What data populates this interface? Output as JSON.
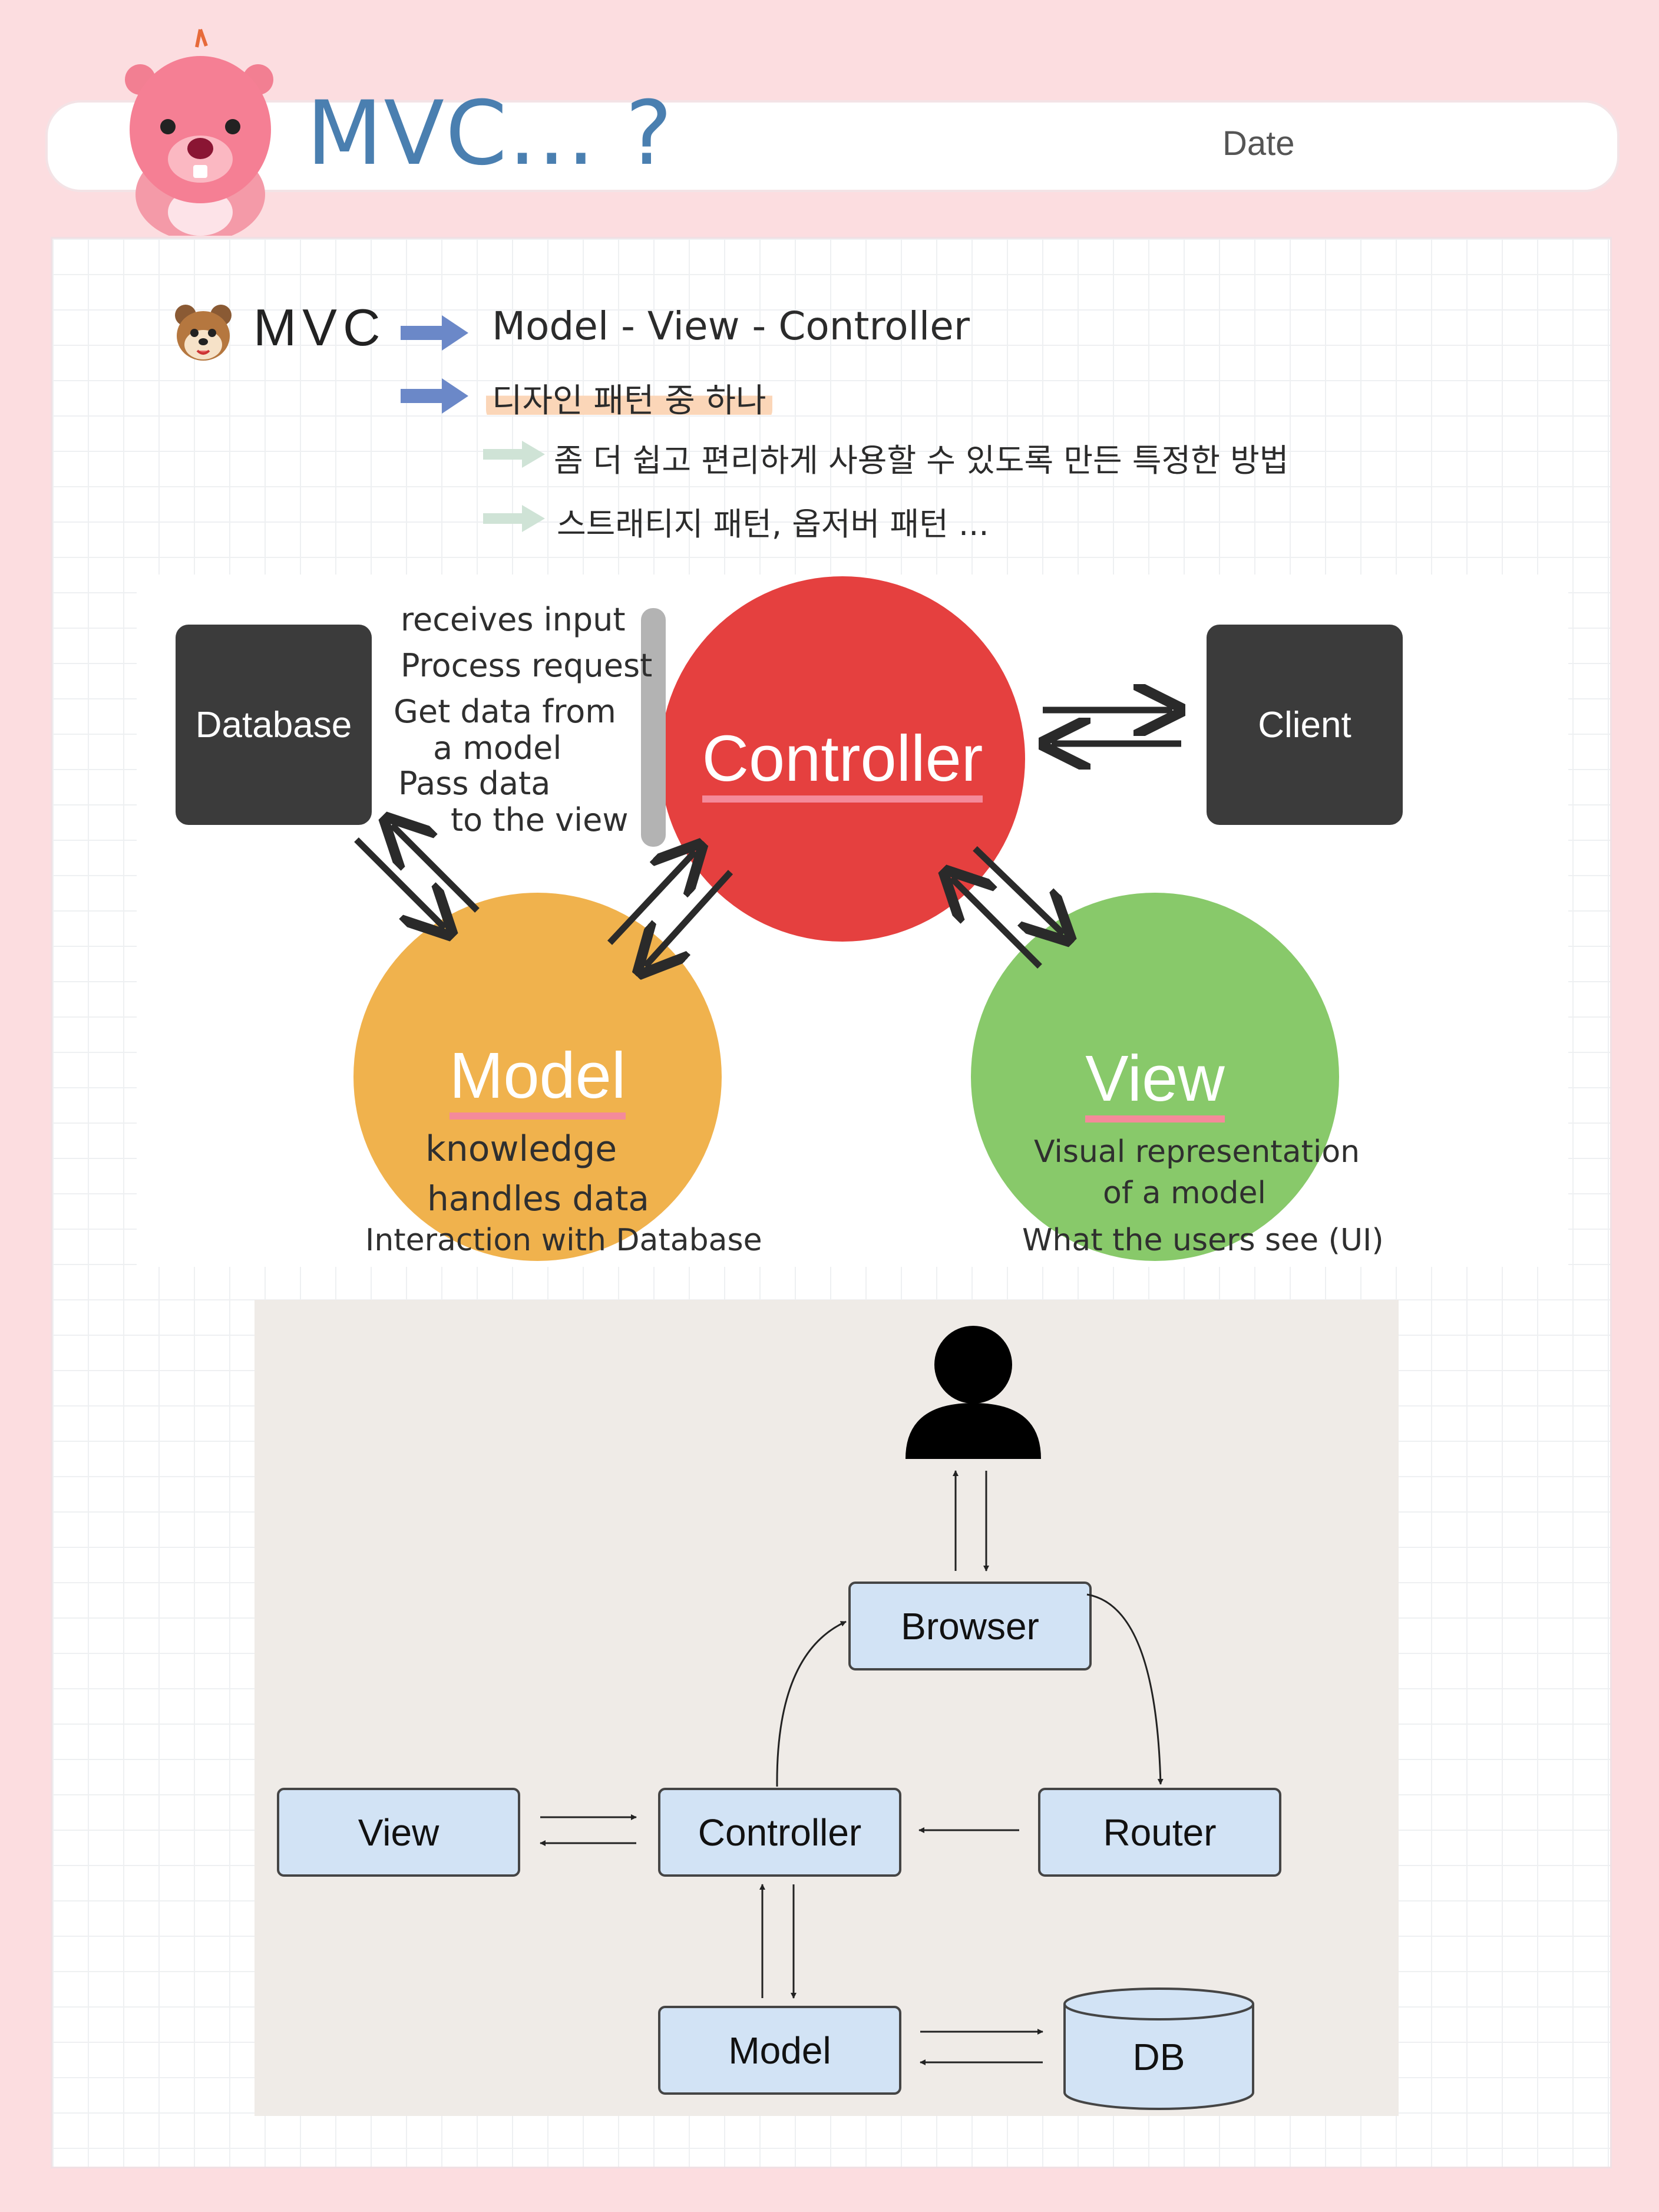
{
  "header": {
    "title": "MVC... ?",
    "date_label": "Date"
  },
  "notes": {
    "mvc_label": "MVC",
    "expansion": "Model - View - Controller",
    "design_pattern": "디자인 패턴 중 하나",
    "description": "좀 더 쉽고 편리하게 사용할 수 있도록 만든 특정한 방법",
    "examples": "스트래티지 패턴, 옵저버 패턴 ..."
  },
  "diagram1": {
    "database": "Database",
    "client": "Client",
    "controller": "Controller",
    "model": "Model",
    "view": "View",
    "controller_notes": [
      "receives input",
      "Process request",
      "Get data from",
      "a model",
      "Pass data",
      "to the view"
    ],
    "model_notes": [
      "knowledge",
      "handles data",
      "Interaction with Database"
    ],
    "view_notes": [
      "Visual representation",
      "of a model",
      "What the users see (UI)"
    ],
    "colors": {
      "controller": "#e5403f",
      "model": "#f0b24d",
      "view": "#88c96a",
      "box": "#3b3b3b",
      "underline": "#f48a9a"
    }
  },
  "diagram2": {
    "browser": "Browser",
    "view": "View",
    "controller": "Controller",
    "router": "Router",
    "model": "Model",
    "db": "DB",
    "colors": {
      "box_fill": "#d2e3f5",
      "background": "#efebe7"
    }
  },
  "icons": [
    "mascot-icon",
    "chipmunk-icon",
    "arrow-icon",
    "user-icon"
  ]
}
